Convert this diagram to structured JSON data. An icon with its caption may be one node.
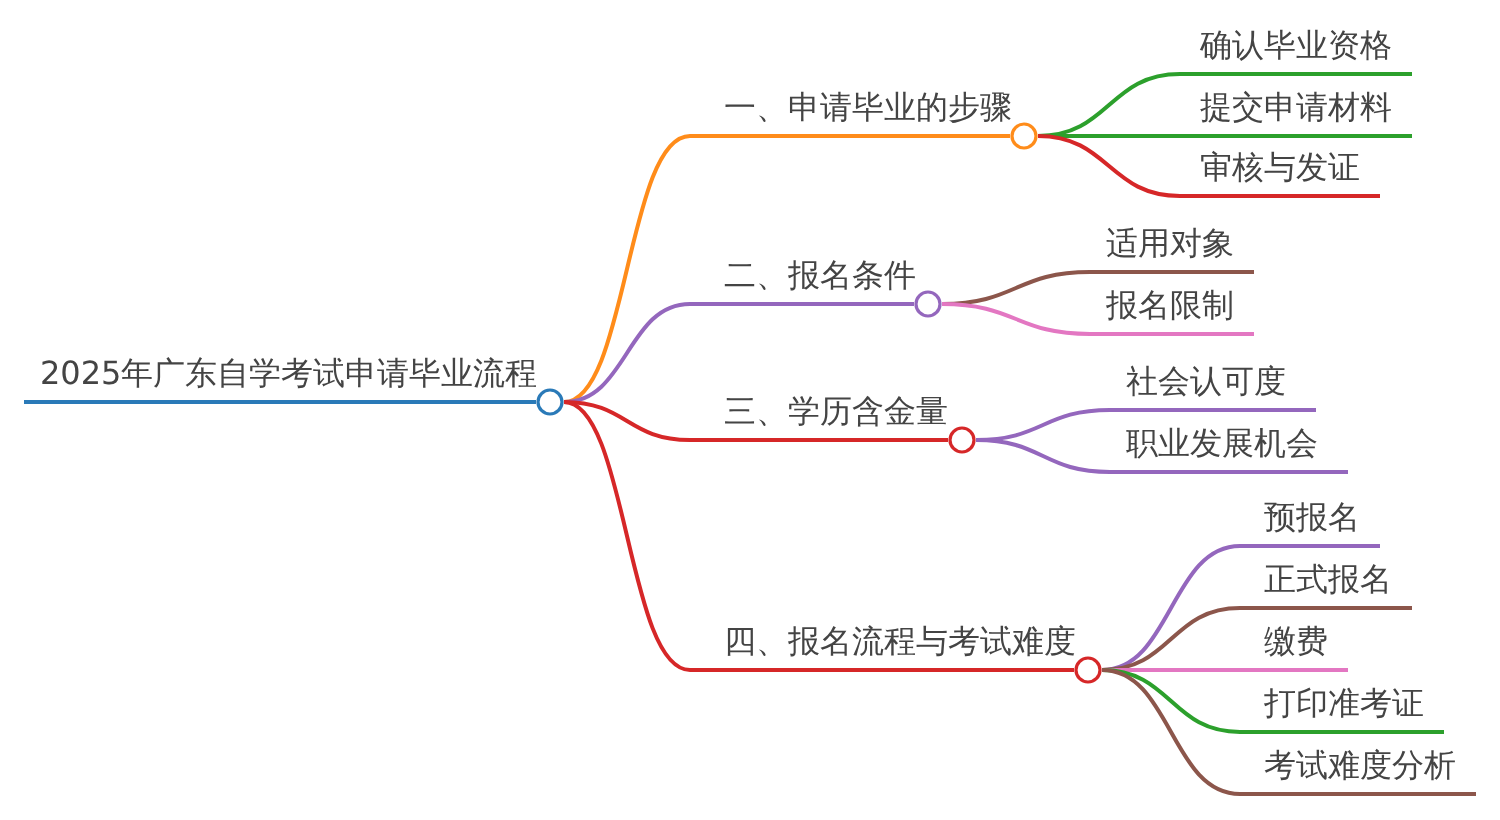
{
  "diagram": {
    "nodes": [
      {
        "text": [
          "2025年广东自学考试申请毕业流程"
        ]
      },
      {
        "text": [
          "一、申请毕业的步骤"
        ]
      },
      {
        "text": [
          "确认毕业资格"
        ]
      },
      {
        "text": [
          "提交申请材料"
        ]
      },
      {
        "text": [
          "审核与发证"
        ]
      },
      {
        "text": [
          "二、报名条件"
        ]
      },
      {
        "text": [
          "适用对象"
        ]
      },
      {
        "text": [
          "报名限制"
        ]
      },
      {
        "text": [
          "三、学历含金量"
        ]
      },
      {
        "text": [
          "社会认可度"
        ]
      },
      {
        "text": [
          "职业发展机会"
        ]
      },
      {
        "text": [
          "四、报名流程与考试难度"
        ]
      },
      {
        "text": [
          "预报名"
        ]
      },
      {
        "text": [
          "正式报名"
        ]
      },
      {
        "text": [
          "缴费"
        ]
      },
      {
        "text": [
          "打印准考证"
        ]
      },
      {
        "text": [
          "考试难度分析"
        ]
      }
    ],
    "edges": [
      {
        "from": 0,
        "to": 1,
        "arrow": "none",
        "color": "#ff8c1a"
      },
      {
        "from": 1,
        "to": 2,
        "arrow": "none",
        "color": "#2ca02c"
      },
      {
        "from": 1,
        "to": 3,
        "arrow": "none",
        "color": "#2ca02c"
      },
      {
        "from": 1,
        "to": 4,
        "arrow": "none",
        "color": "#d62728"
      },
      {
        "from": 0,
        "to": 5,
        "arrow": "none",
        "color": "#9467bd"
      },
      {
        "from": 5,
        "to": 6,
        "arrow": "none",
        "color": "#8c564b"
      },
      {
        "from": 5,
        "to": 7,
        "arrow": "none",
        "color": "#e377c2"
      },
      {
        "from": 0,
        "to": 8,
        "arrow": "none",
        "color": "#d62728"
      },
      {
        "from": 8,
        "to": 9,
        "arrow": "none",
        "color": "#9467bd"
      },
      {
        "from": 8,
        "to": 10,
        "arrow": "none",
        "color": "#9467bd"
      },
      {
        "from": 0,
        "to": 11,
        "arrow": "none",
        "color": "#d62728"
      },
      {
        "from": 11,
        "to": 12,
        "arrow": "none",
        "color": "#9467bd"
      },
      {
        "from": 11,
        "to": 13,
        "arrow": "none",
        "color": "#8c564b"
      },
      {
        "from": 11,
        "to": 14,
        "arrow": "none",
        "color": "#e377c2"
      },
      {
        "from": 11,
        "to": 15,
        "arrow": "none",
        "color": "#2ca02c"
      },
      {
        "from": 11,
        "to": 16,
        "arrow": "none",
        "color": "#8c564b"
      }
    ]
  }
}
